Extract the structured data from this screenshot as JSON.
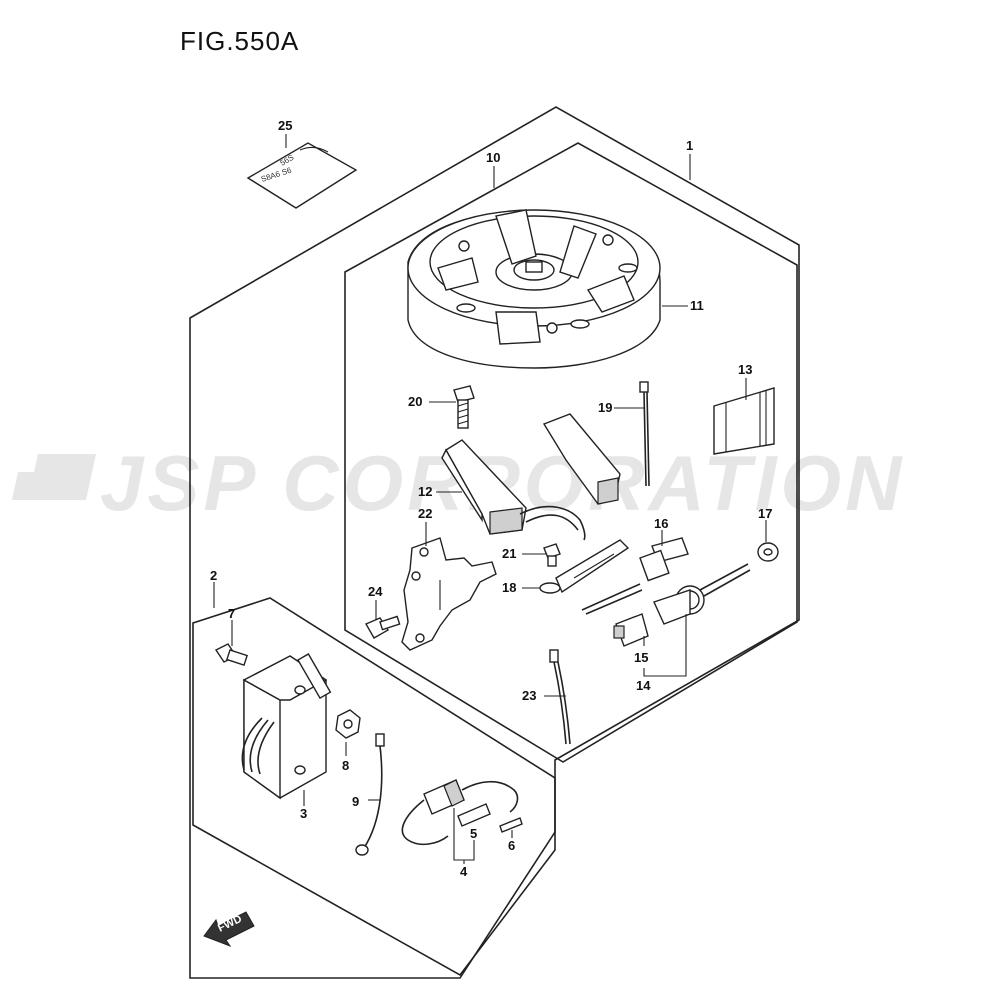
{
  "figure": {
    "title": "FIG.550A"
  },
  "watermark": {
    "text": "JSP CORPORATION"
  },
  "fwd_badge": {
    "text": "FWD"
  },
  "parts": [
    {
      "id": "p1",
      "label": "1"
    },
    {
      "id": "p2",
      "label": "2"
    },
    {
      "id": "p3",
      "label": "3"
    },
    {
      "id": "p4",
      "label": "4"
    },
    {
      "id": "p5",
      "label": "5"
    },
    {
      "id": "p6",
      "label": "6"
    },
    {
      "id": "p7",
      "label": "7"
    },
    {
      "id": "p8",
      "label": "8"
    },
    {
      "id": "p9",
      "label": "9"
    },
    {
      "id": "p10",
      "label": "10"
    },
    {
      "id": "p11",
      "label": "11"
    },
    {
      "id": "p12",
      "label": "12"
    },
    {
      "id": "p13",
      "label": "13"
    },
    {
      "id": "p14",
      "label": "14"
    },
    {
      "id": "p15",
      "label": "15"
    },
    {
      "id": "p16",
      "label": "16"
    },
    {
      "id": "p17",
      "label": "17"
    },
    {
      "id": "p18",
      "label": "18"
    },
    {
      "id": "p19",
      "label": "19"
    },
    {
      "id": "p20",
      "label": "20"
    },
    {
      "id": "p21",
      "label": "21"
    },
    {
      "id": "p22",
      "label": "22"
    },
    {
      "id": "p23",
      "label": "23"
    },
    {
      "id": "p24",
      "label": "24"
    },
    {
      "id": "p25",
      "label": "25"
    }
  ]
}
